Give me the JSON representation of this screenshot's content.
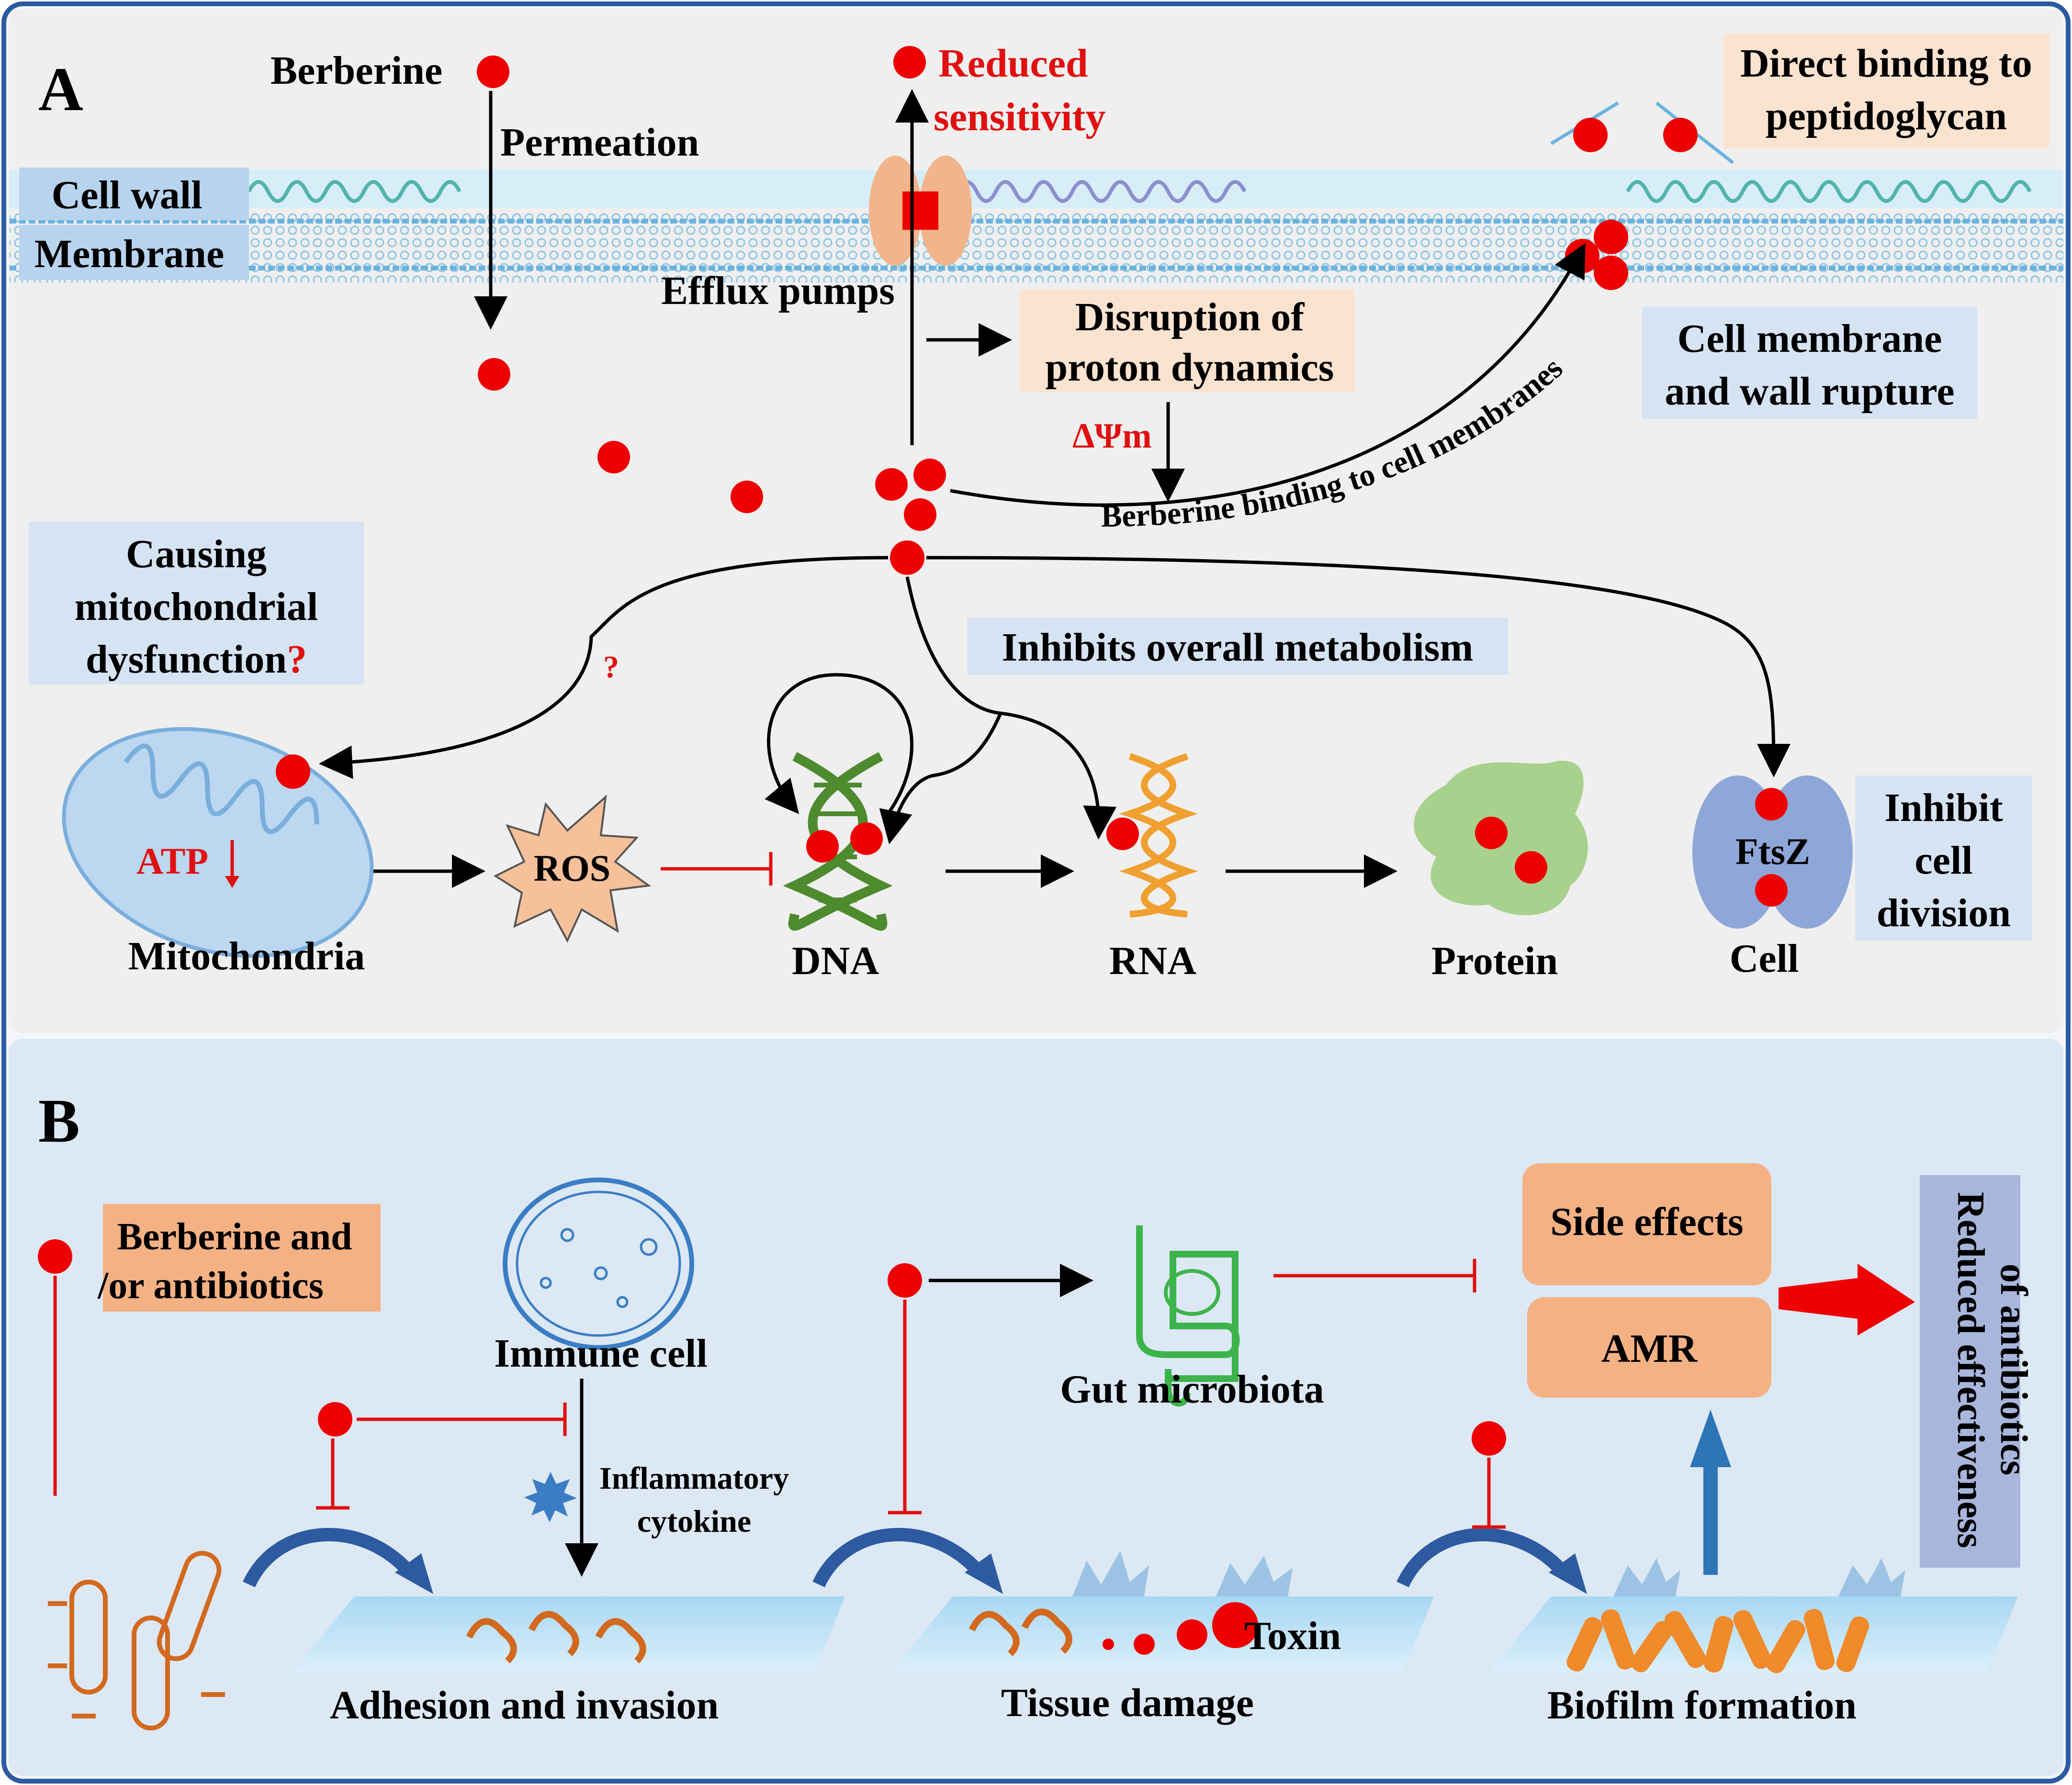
{
  "panel_a": {
    "letter": "A",
    "berberine": "Berberine",
    "permeation": "Permeation",
    "cell_wall": "Cell wall",
    "membrane": "Membrane",
    "efflux_pumps": "Efflux pumps",
    "reduced_sensitivity": [
      "Reduced",
      "sensitivity"
    ],
    "direct_binding": [
      "Direct binding to",
      "peptidoglycan"
    ],
    "disruption": [
      "Disruption of",
      "proton dynamics"
    ],
    "delta_psi": "ΔΨm",
    "rupture": [
      "Cell membrane",
      "and wall rupture"
    ],
    "binding_path": "Berberine binding to cell membranes",
    "mito_dysfunction": [
      "Causing",
      "mitochondrial",
      "dysfunction"
    ],
    "question": "?",
    "atp": "ATP",
    "metabolism": "Inhibits overall metabolism",
    "ros": "ROS",
    "ftsz": "FtsZ",
    "inhibit_division": [
      "Inhibit",
      "cell",
      "division"
    ],
    "labels": {
      "mitochondria": "Mitochondria",
      "dna": "DNA",
      "rna": "RNA",
      "protein": "Protein",
      "cell": "Cell"
    }
  },
  "panel_b": {
    "letter": "B",
    "berberine_antibiotics": [
      "Berberine and",
      "/or antibiotics"
    ],
    "immune_cell": "Immune cell",
    "inflammatory": [
      "Inflammatory",
      "cytokine"
    ],
    "gut": "Gut microbiota",
    "side_effects": "Side effects",
    "amr": "AMR",
    "reduced_effectiveness": [
      "Reduced effectiveness",
      "of antibiotics"
    ],
    "adhesion": "Adhesion and invasion",
    "tissue_damage": "Tissue damage",
    "toxin": "Toxin",
    "biofilm": "Biofilm formation"
  },
  "colors": {
    "berberine_dot": "#ee0000",
    "panel_a_bg": "#efefef",
    "panel_b_bg": "#dce8f4",
    "border": "#2d5aa0",
    "inhibit": "#e01010",
    "label_blue_box": "#d6e3f3",
    "label_peach_box": "#fbe3d0",
    "orange_box": "#f4b183"
  }
}
